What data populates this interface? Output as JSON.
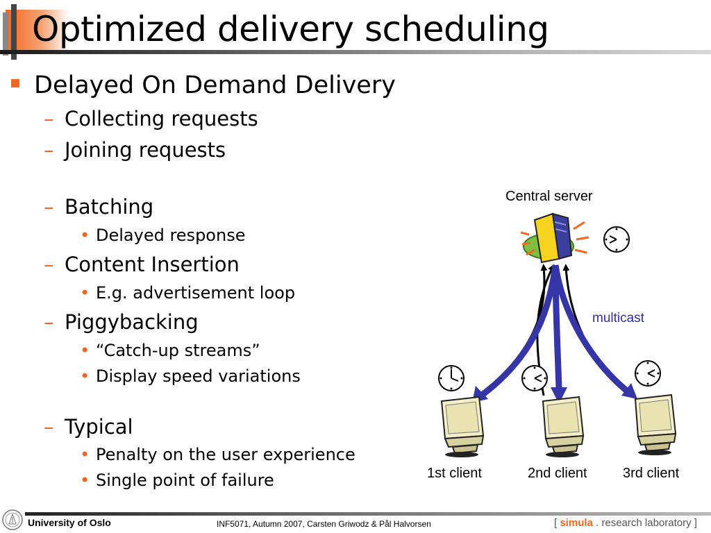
{
  "slide": {
    "title": "Optimized delivery scheduling"
  },
  "bullets": {
    "l1": "Delayed On Demand Delivery",
    "collecting": "Collecting requests",
    "joining": "Joining requests",
    "batching": "Batching",
    "delayed_response": "Delayed response",
    "content_insertion": "Content Insertion",
    "advert_loop": "E.g. advertisement loop",
    "piggybacking": "Piggybacking",
    "catchup": "“Catch-up streams”",
    "display_speed": "Display speed variations",
    "typical": "Typical",
    "penalty": "Penalty on the user experience",
    "spof": "Single point of failure",
    "dash": "–",
    "dot": "•"
  },
  "diagram": {
    "server_label": "Central server",
    "multicast_label": "multicast",
    "clients": [
      "1st client",
      "2nd client",
      "3rd client"
    ]
  },
  "footer": {
    "university": "University of Oslo",
    "course": "INF5071,  Autumn 2007,  Carsten Griwodz & Pål Halvorsen",
    "simula_open": "[",
    "simula_name": "simula",
    "simula_rest": " . research laboratory",
    "simula_close": "]"
  },
  "colors": {
    "accent": "#f26722",
    "multicast": "#3535a8",
    "multicast_text": "#2e3192"
  },
  "icons": [
    "server-icon",
    "clock-icon",
    "computer-icon",
    "university-seal-icon"
  ]
}
